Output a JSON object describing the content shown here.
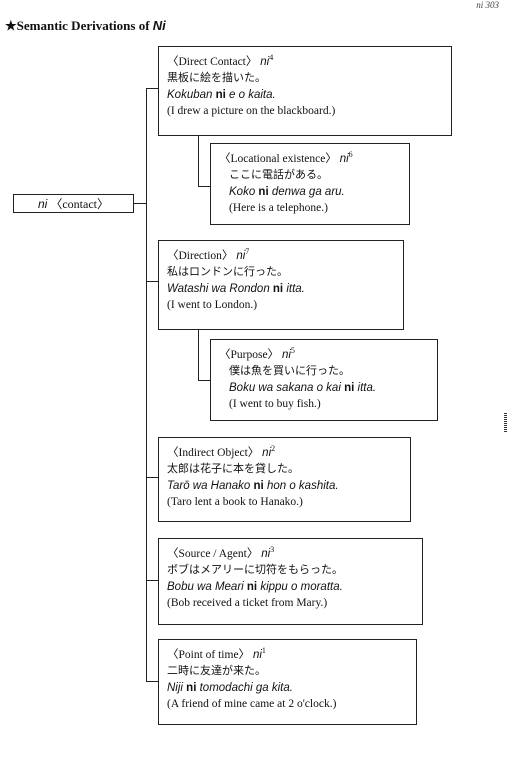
{
  "header": {
    "page_ref": "ni   303"
  },
  "title": {
    "prefix": "★Semantic Derivations of ",
    "word": "Ni"
  },
  "root": {
    "word": "ni",
    "label": "〈contact〉"
  },
  "boxes": [
    {
      "label": "〈Direct Contact〉",
      "ni": "ni",
      "sup": "4",
      "japanese": "黒板に絵を描いた。",
      "rom_before": "Kokuban ",
      "rom_ni": "ni",
      "rom_after": " e o kaita.",
      "english": "(I drew a picture on the blackboard.)"
    },
    {
      "label": "〈Locational existence〉",
      "ni": "ni",
      "sup": "6",
      "japanese": "ここに電話がある。",
      "rom_before": "Koko ",
      "rom_ni": "ni",
      "rom_after": " denwa ga aru.",
      "english": "(Here is a telephone.)"
    },
    {
      "label": "〈Direction〉",
      "ni": "ni",
      "sup": "7",
      "japanese": "私はロンドンに行った。",
      "rom_before": "Watashi wa Rondon ",
      "rom_ni": "ni",
      "rom_after": " itta.",
      "english": "(I went to London.)"
    },
    {
      "label": "〈Purpose〉",
      "ni": "ni",
      "sup": "5",
      "japanese": "僕は魚を買いに行った。",
      "rom_before": "Boku wa sakana o kai ",
      "rom_ni": "ni",
      "rom_after": " itta.",
      "english": "(I went to buy fish.)"
    },
    {
      "label": "〈Indirect Object〉",
      "ni": "ni",
      "sup": "2",
      "japanese": "太郎は花子に本を貸した。",
      "rom_before": "Tarō wa Hanako ",
      "rom_ni": "ni",
      "rom_after": " hon o kashita.",
      "english": "(Taro lent a book to Hanako.)"
    },
    {
      "label": "〈Source / Agent〉",
      "ni": "ni",
      "sup": "3",
      "japanese": "ボブはメアリーに切符をもらった。",
      "rom_before": "Bobu wa Meari ",
      "rom_ni": "ni",
      "rom_after": " kippu o moratta.",
      "english": "(Bob received a ticket from Mary.)"
    },
    {
      "label": "〈Point of time〉",
      "ni": "ni",
      "sup": "1",
      "japanese": "二時に友達が来た。",
      "rom_before": "Niji ",
      "rom_ni": "ni",
      "rom_after": " tomodachi ga kita.",
      "english": "(A friend of mine came at 2 o'clock.)"
    }
  ]
}
